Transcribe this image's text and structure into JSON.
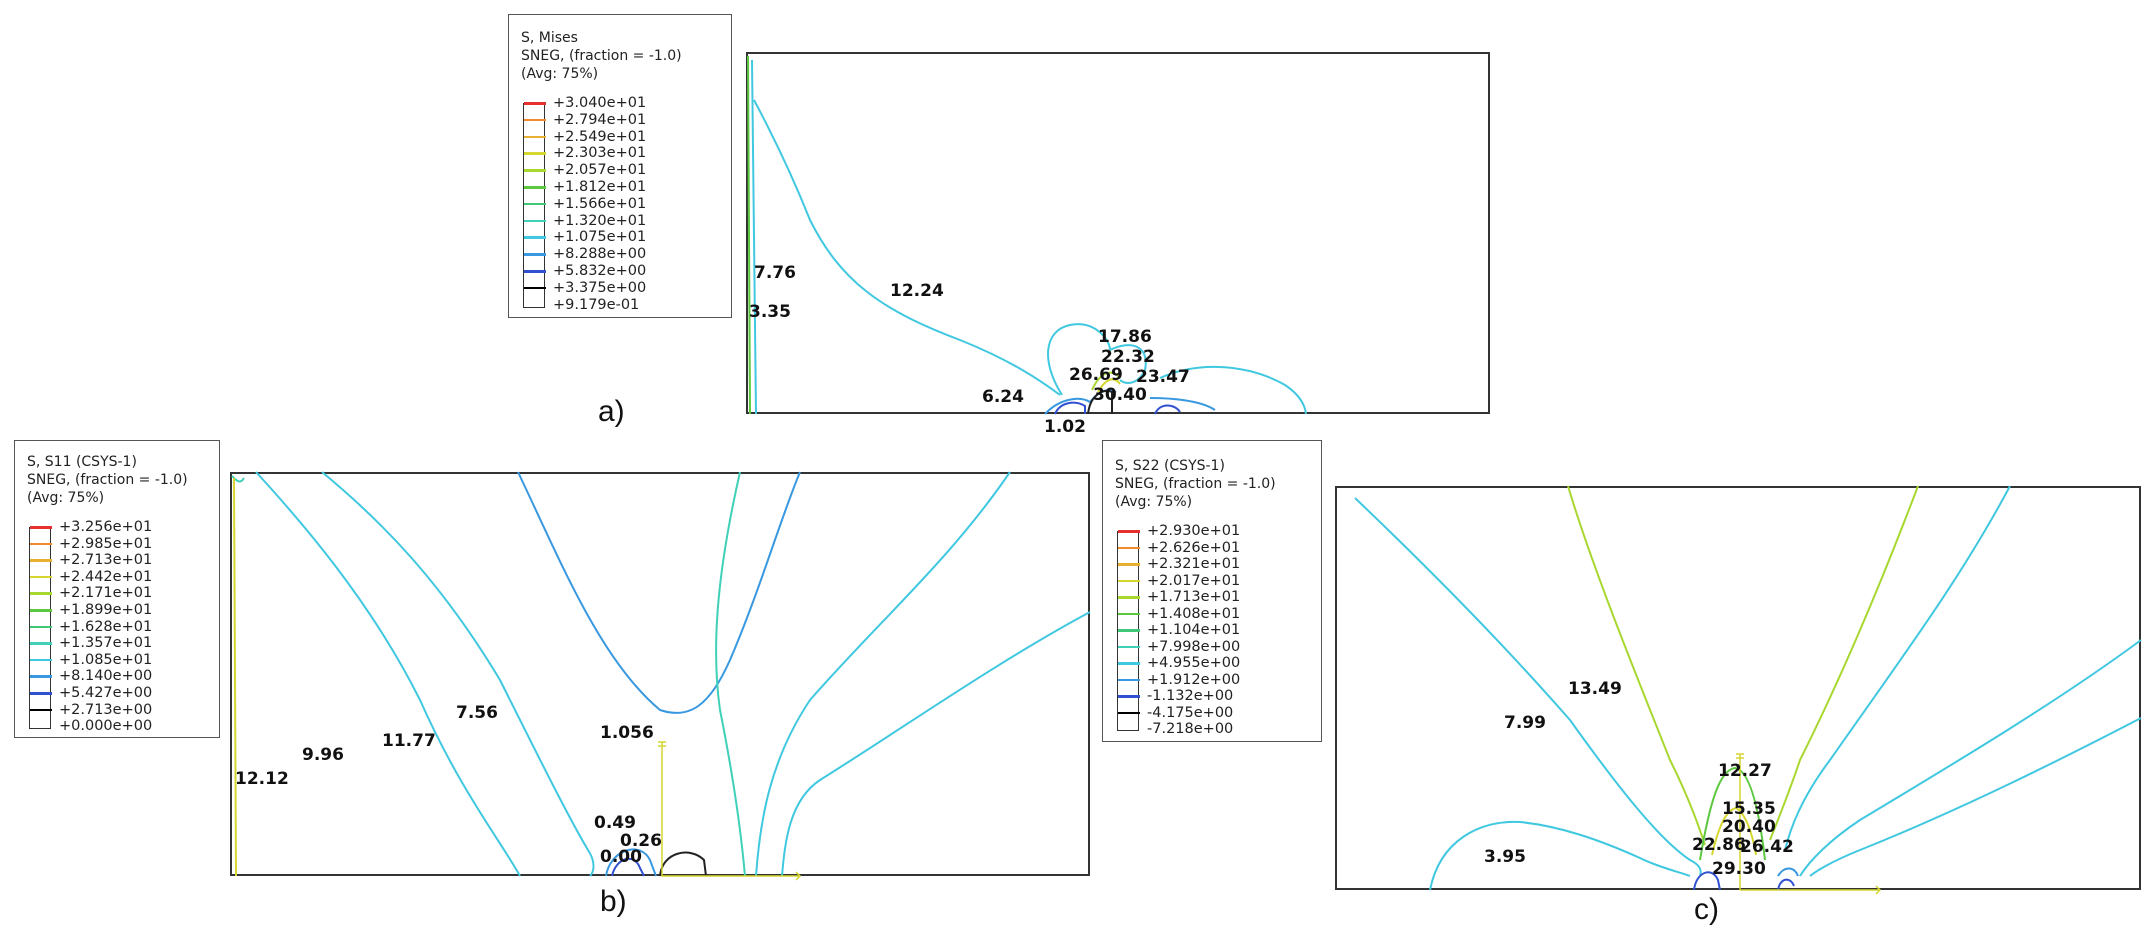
{
  "legends": [
    {
      "id": "a",
      "header": [
        "S, Mises",
        "SNEG, (fraction = -1.0)",
        "(Avg: 75%)"
      ],
      "values": [
        "+3.040e+01",
        "+2.794e+01",
        "+2.549e+01",
        "+2.303e+01",
        "+2.057e+01",
        "+1.812e+01",
        "+1.566e+01",
        "+1.320e+01",
        "+1.075e+01",
        "+8.288e+00",
        "+5.832e+00",
        "+3.375e+00",
        "+9.179e-01"
      ]
    },
    {
      "id": "b",
      "header": [
        "S, S11 (CSYS-1)",
        "SNEG, (fraction = -1.0)",
        "(Avg: 75%)"
      ],
      "values": [
        "+3.256e+01",
        "+2.985e+01",
        "+2.713e+01",
        "+2.442e+01",
        "+2.171e+01",
        "+1.899e+01",
        "+1.628e+01",
        "+1.357e+01",
        "+1.085e+01",
        "+8.140e+00",
        "+5.427e+00",
        "+2.713e+00",
        "+0.000e+00"
      ]
    },
    {
      "id": "c",
      "header": [
        "S, S22 (CSYS-1)",
        "SNEG, (fraction = -1.0)",
        "(Avg: 75%)"
      ],
      "values": [
        "+2.930e+01",
        "+2.626e+01",
        "+2.321e+01",
        "+2.017e+01",
        "+1.713e+01",
        "+1.408e+01",
        "+1.104e+01",
        "+7.998e+00",
        "+4.955e+00",
        "+1.912e+00",
        "-1.132e+00",
        "-4.175e+00",
        "-7.218e+00"
      ]
    }
  ],
  "swatch_colors": [
    "#e53030",
    "#f08a2a",
    "#e8b030",
    "#d6d630",
    "#a8d830",
    "#5cc840",
    "#40c878",
    "#40d0b8",
    "#40c8e0",
    "#3898e0",
    "#3050d0",
    "#000000"
  ],
  "captions": {
    "a": "a)",
    "b": "b)",
    "c": "c)"
  },
  "contour_labels": {
    "a": [
      "7.76",
      "3.35",
      "12.24",
      "17.86",
      "22.32",
      "26.69",
      "23.47",
      "30.40",
      "6.24",
      "1.02"
    ],
    "b": [
      "12.12",
      "9.96",
      "11.77",
      "7.56",
      "1.056",
      "0.49",
      "0.26",
      "0.00"
    ],
    "c": [
      "13.49",
      "7.99",
      "3.95",
      "12.27",
      "15.35",
      "20.40",
      "22.86",
      "26.42",
      "29.30"
    ]
  }
}
